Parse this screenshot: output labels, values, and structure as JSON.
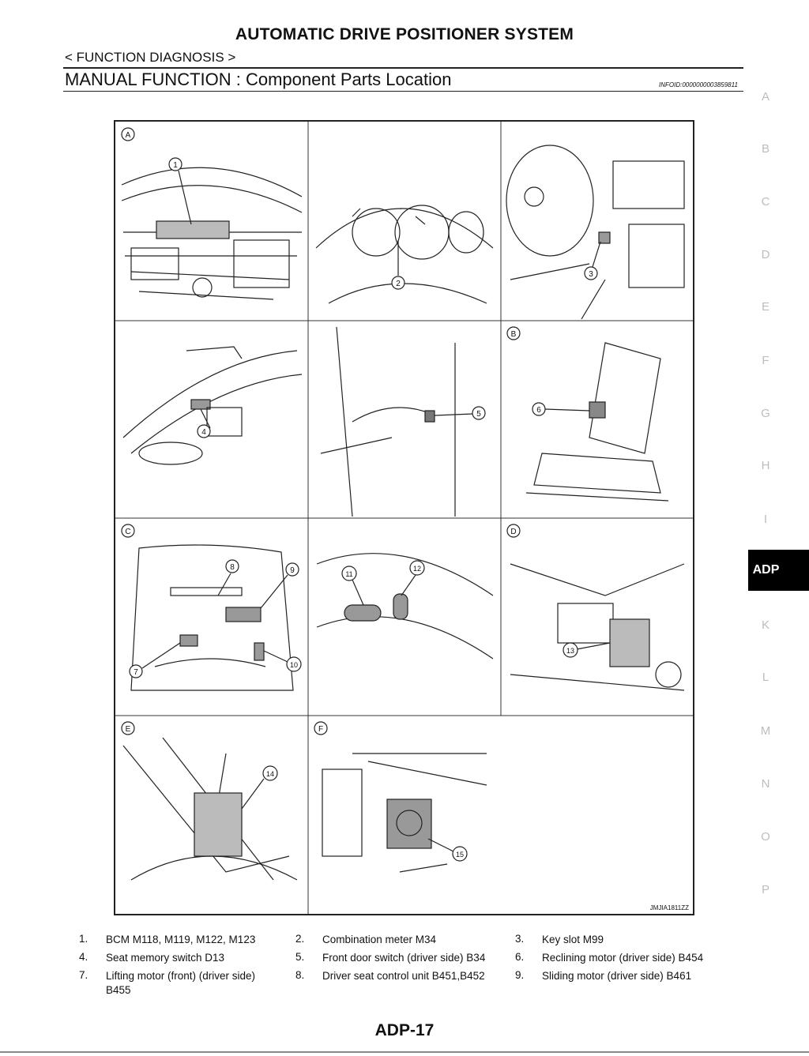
{
  "header": {
    "doc_title": "AUTOMATIC DRIVE POSITIONER SYSTEM",
    "section_path": "< FUNCTION DIAGNOSIS >",
    "section_title": "MANUAL FUNCTION : Component Parts Location",
    "info_id": "INFOID:0000000003859811"
  },
  "side_index": {
    "letters": [
      "A",
      "B",
      "C",
      "D",
      "E",
      "F",
      "G",
      "H",
      "I",
      "K",
      "L",
      "M",
      "N",
      "O",
      "P"
    ],
    "active_tab": "ADP"
  },
  "figure": {
    "code": "JMJIA1811ZZ",
    "view_labels": [
      "A",
      "B",
      "C",
      "D",
      "E",
      "F"
    ],
    "callouts": [
      "1",
      "2",
      "3",
      "4",
      "5",
      "6",
      "7",
      "8",
      "9",
      "10",
      "11",
      "12",
      "13",
      "14",
      "15"
    ]
  },
  "legend": [
    {
      "num": "1.",
      "text": "BCM M118, M119, M122, M123"
    },
    {
      "num": "2.",
      "text": "Combination meter M34"
    },
    {
      "num": "3.",
      "text": "Key slot M99"
    },
    {
      "num": "4.",
      "text": "Seat memory switch D13"
    },
    {
      "num": "5.",
      "text": "Front door switch (driver side) B34"
    },
    {
      "num": "6.",
      "text": "Reclining motor (driver side) B454"
    },
    {
      "num": "7.",
      "text": "Lifting motor (front) (driver side) B455"
    },
    {
      "num": "8.",
      "text": "Driver seat control unit B451,B452"
    },
    {
      "num": "9.",
      "text": "Sliding motor (driver side) B461"
    }
  ],
  "footer": {
    "page_number": "ADP-17"
  }
}
